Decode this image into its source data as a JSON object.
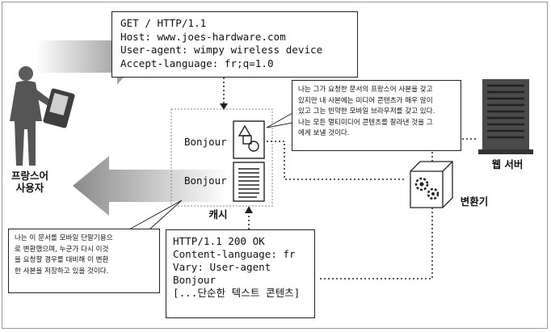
{
  "request": {
    "lines": [
      "GET / HTTP/1.1",
      "Host: www.joes-hardware.com",
      "User-agent: wimpy wireless device",
      "Accept-language: fr;q=1.0"
    ]
  },
  "note_top": {
    "lines": [
      "나는 그가 요청한 문서의 프랑스어 사본을 갖고",
      "있지만 내 사본에는 미디어 콘텐츠가 매우 많이",
      "있고 그는 빈약한 모바일 브라우저를 갖고 있다.",
      "나는 모든 멀티미디어 콘텐츠를 잘라낸 것을 그",
      "에게 보낼 것이다."
    ]
  },
  "note_bottom": {
    "lines": [
      "나는 이 문서를 모바일 단말기용으",
      "로 변환했으며, 누군가 다시 이것",
      "을 요청할 경우를 대비해 이 변환",
      "한 사본을 저장하고 있을 것이다."
    ]
  },
  "response": {
    "lines": [
      "HTTP/1.1 200 OK",
      "Content-language: fr",
      "Vary: User-agent",
      "",
      "Bonjour",
      "[...단순한 텍스트 콘텐츠]"
    ]
  },
  "labels": {
    "client": [
      "프랑스어",
      "사용자"
    ],
    "cache": "캐시",
    "server": "웹 서버",
    "converter": "변환기",
    "bonjour_top": "Bonjour",
    "bonjour_bottom": "Bonjour"
  }
}
